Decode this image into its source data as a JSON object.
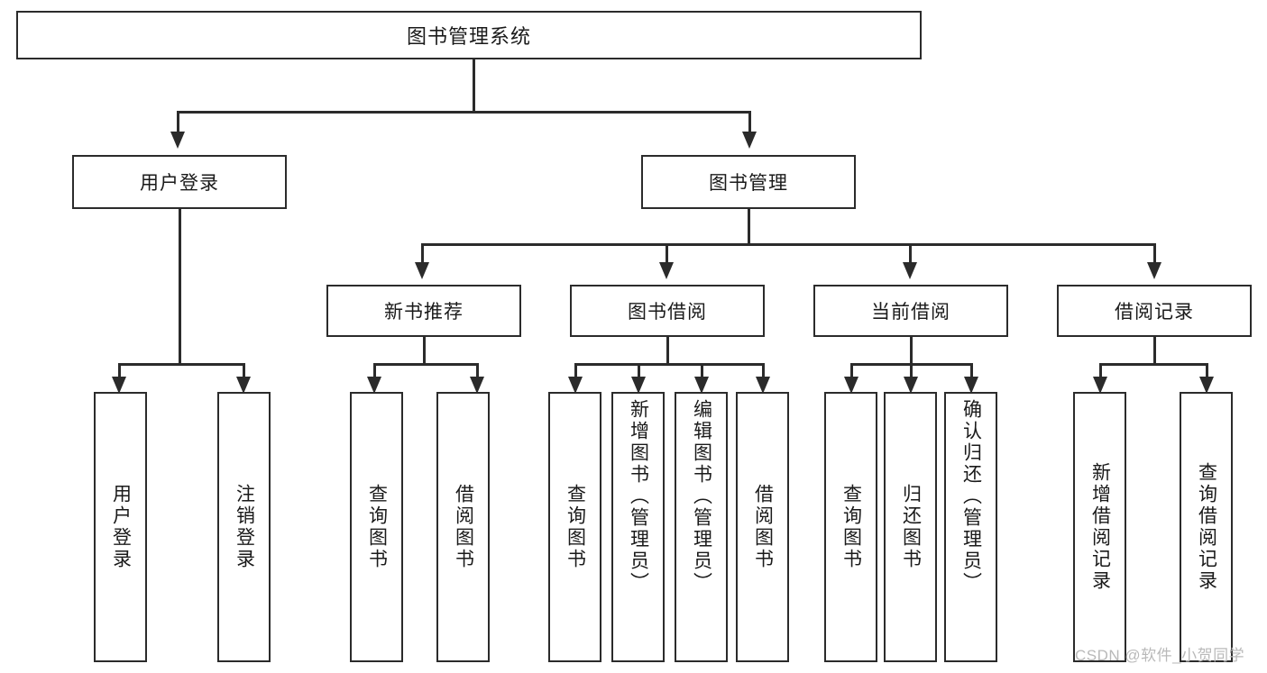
{
  "diagram": {
    "title": "图书管理系统",
    "type": "hierarchy-tree",
    "root": {
      "label": "图书管理系统"
    },
    "level2": [
      {
        "label": "用户登录"
      },
      {
        "label": "图书管理"
      }
    ],
    "level3": [
      {
        "label": "新书推荐"
      },
      {
        "label": "图书借阅"
      },
      {
        "label": "当前借阅"
      },
      {
        "label": "借阅记录"
      }
    ],
    "leaves": {
      "user_login": [
        {
          "label": "用户登录"
        },
        {
          "label": "注销登录"
        }
      ],
      "new_book_recommend": [
        {
          "label": "查询图书"
        },
        {
          "label": "借阅图书"
        }
      ],
      "book_borrow": [
        {
          "label": "查询图书"
        },
        {
          "label": "新增图书（管理员）"
        },
        {
          "label": "编辑图书（管理员）"
        },
        {
          "label": "借阅图书"
        }
      ],
      "current_borrow": [
        {
          "label": "查询图书"
        },
        {
          "label": "归还图书"
        },
        {
          "label": "确认归还（管理员）"
        }
      ],
      "borrow_record": [
        {
          "label": "新增借阅记录"
        },
        {
          "label": "查询借阅记录"
        }
      ]
    }
  },
  "watermark": {
    "text": "CSDN @软件_小贺同学"
  },
  "colors": {
    "stroke": "#2b2b2b",
    "background": "#ffffff",
    "text": "#1a1a1a",
    "watermark": "#b9b9b9"
  }
}
